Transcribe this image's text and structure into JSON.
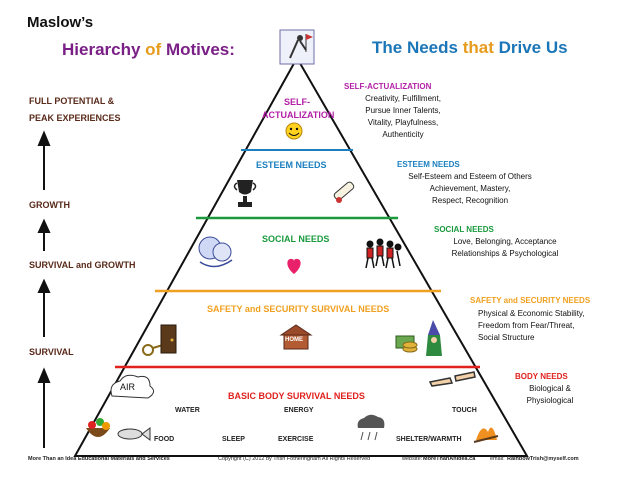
{
  "title": {
    "maslow": "Maslow’s",
    "hierarchy_prefix": "Hierarchy ",
    "hierarchy_of": "of",
    "hierarchy_suffix": " Motives:",
    "needs_prefix": "The Needs ",
    "needs_that": "that",
    "needs_suffix": " Drive Us"
  },
  "left_labels": {
    "full_potential_1": "FULL POTENTIAL &",
    "full_potential_2": "PEAK EXPERIENCES",
    "growth": "GROWTH",
    "survival_growth": "SURVIVAL and GROWTH",
    "survival": "SURVIVAL"
  },
  "pyramid": {
    "self_1": "SELF-",
    "self_2": "ACTUALIZATION",
    "esteem": "ESTEEM NEEDS",
    "social": "SOCIAL NEEDS",
    "safety": "SAFETY and SECURITY SURVIVAL NEEDS",
    "basic": "BASIC BODY SURVIVAL NEEDS",
    "air": "AIR",
    "water": "WATER",
    "energy": "ENERGY",
    "touch": "TOUCH",
    "food": "FOOD",
    "sleep": "SLEEP",
    "exercise": "EXERCISE",
    "shelter": "SHELTER/WARMTH",
    "home": "HOME"
  },
  "side": {
    "self_head": "SELF-ACTUALIZATION",
    "self_lines": [
      "Creativity, Fulfillment,",
      "Pursue Inner Talents,",
      "Vitality, Playfulness,",
      "Authenticity"
    ],
    "esteem_head": "ESTEEM NEEDS",
    "esteem_lines": [
      "Self-Esteem and Esteem of Others",
      "Achievement, Mastery,",
      "Respect, Recognition"
    ],
    "social_head": "SOCIAL NEEDS",
    "social_lines": [
      "Love, Belonging, Acceptance",
      "Relationships & Psychological"
    ],
    "safety_head": "SAFETY and SECURITY NEEDS",
    "safety_lines": [
      "Physical & Economic Stability,",
      "Freedom from Fear/Threat,",
      "Social Structure"
    ],
    "body_head": "BODY NEEDS",
    "body_lines": [
      "Biological &",
      "Physiological"
    ]
  },
  "footer": {
    "org": "More Than an Idea Educational Materials and Services",
    "copyright": "Copyright (C) 2012 by Trish Fotheringham All Rights Reserved",
    "website_label": "website:",
    "website": "MoreThanAnIdea.ca",
    "email_label": "email:",
    "email": "RainbowTrish@myself.com"
  },
  "colors": {
    "self": "#b21fa6",
    "esteem": "#1b7fbf",
    "social": "#1a9a3d",
    "safety": "#f0a020",
    "basic": "#e0211d",
    "title_purple": "#7a1f86",
    "title_blue": "#1b76b8",
    "title_orange": "#e69b1c"
  },
  "icons": [
    "climber-icon",
    "smiley-icon",
    "trophy-icon",
    "diploma-icon",
    "hugging-people-icon",
    "heart-icon",
    "dancing-people-icon",
    "key-icon",
    "door-icon",
    "house-icon",
    "money-icon",
    "wizard-icon",
    "cloud-icon",
    "fruit-basket-icon",
    "fish-icon",
    "rain-cloud-icon",
    "campfire-icon",
    "hands-touching-icon"
  ]
}
